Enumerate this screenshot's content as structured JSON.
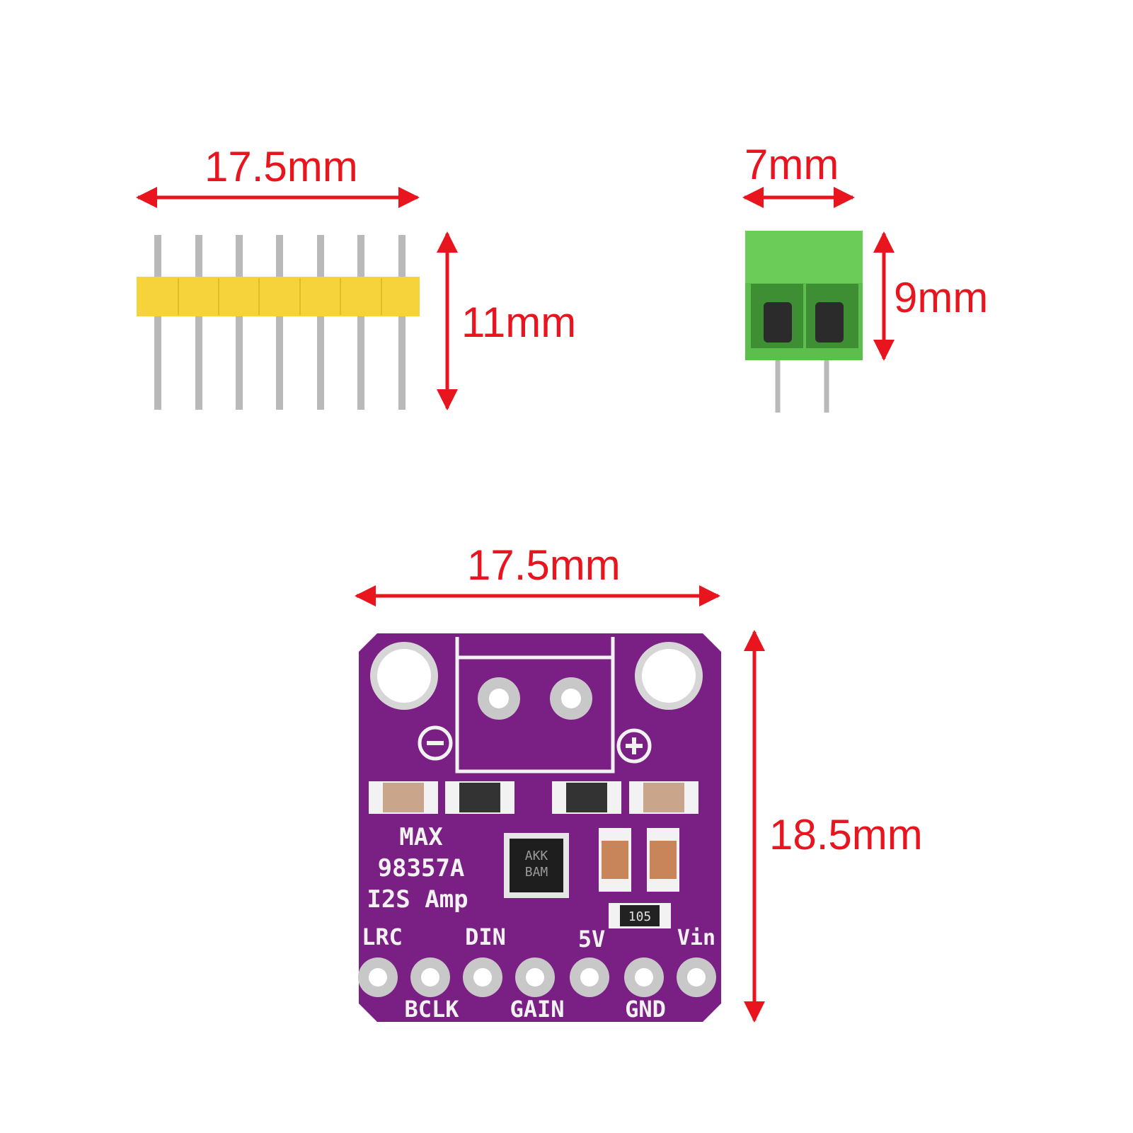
{
  "colors": {
    "dimension": "#e8141e",
    "header_plastic": "#f6d33a",
    "pin_metal": "#b9b9b9",
    "terminal_green": "#5cbf4b",
    "pcb_purple": "#7a1f83",
    "silkscreen": "#f2f2f2"
  },
  "pin_header": {
    "width_label": "17.5mm",
    "height_label": "11mm",
    "pin_count": 7
  },
  "terminal_block": {
    "width_label": "7mm",
    "height_label": "9mm"
  },
  "board": {
    "width_label": "17.5mm",
    "height_label": "18.5mm",
    "title_lines": [
      "MAX",
      "98357A",
      "I2S Amp"
    ],
    "chip_marking": [
      "AKK",
      "BAM"
    ],
    "resistor_marking": "105",
    "polarity": {
      "minus": "−",
      "plus": "+"
    },
    "pins_top": [
      "LRC",
      "DIN",
      "5V",
      "Vin"
    ],
    "pins_bottom": [
      "BCLK",
      "GAIN",
      "GND"
    ]
  }
}
